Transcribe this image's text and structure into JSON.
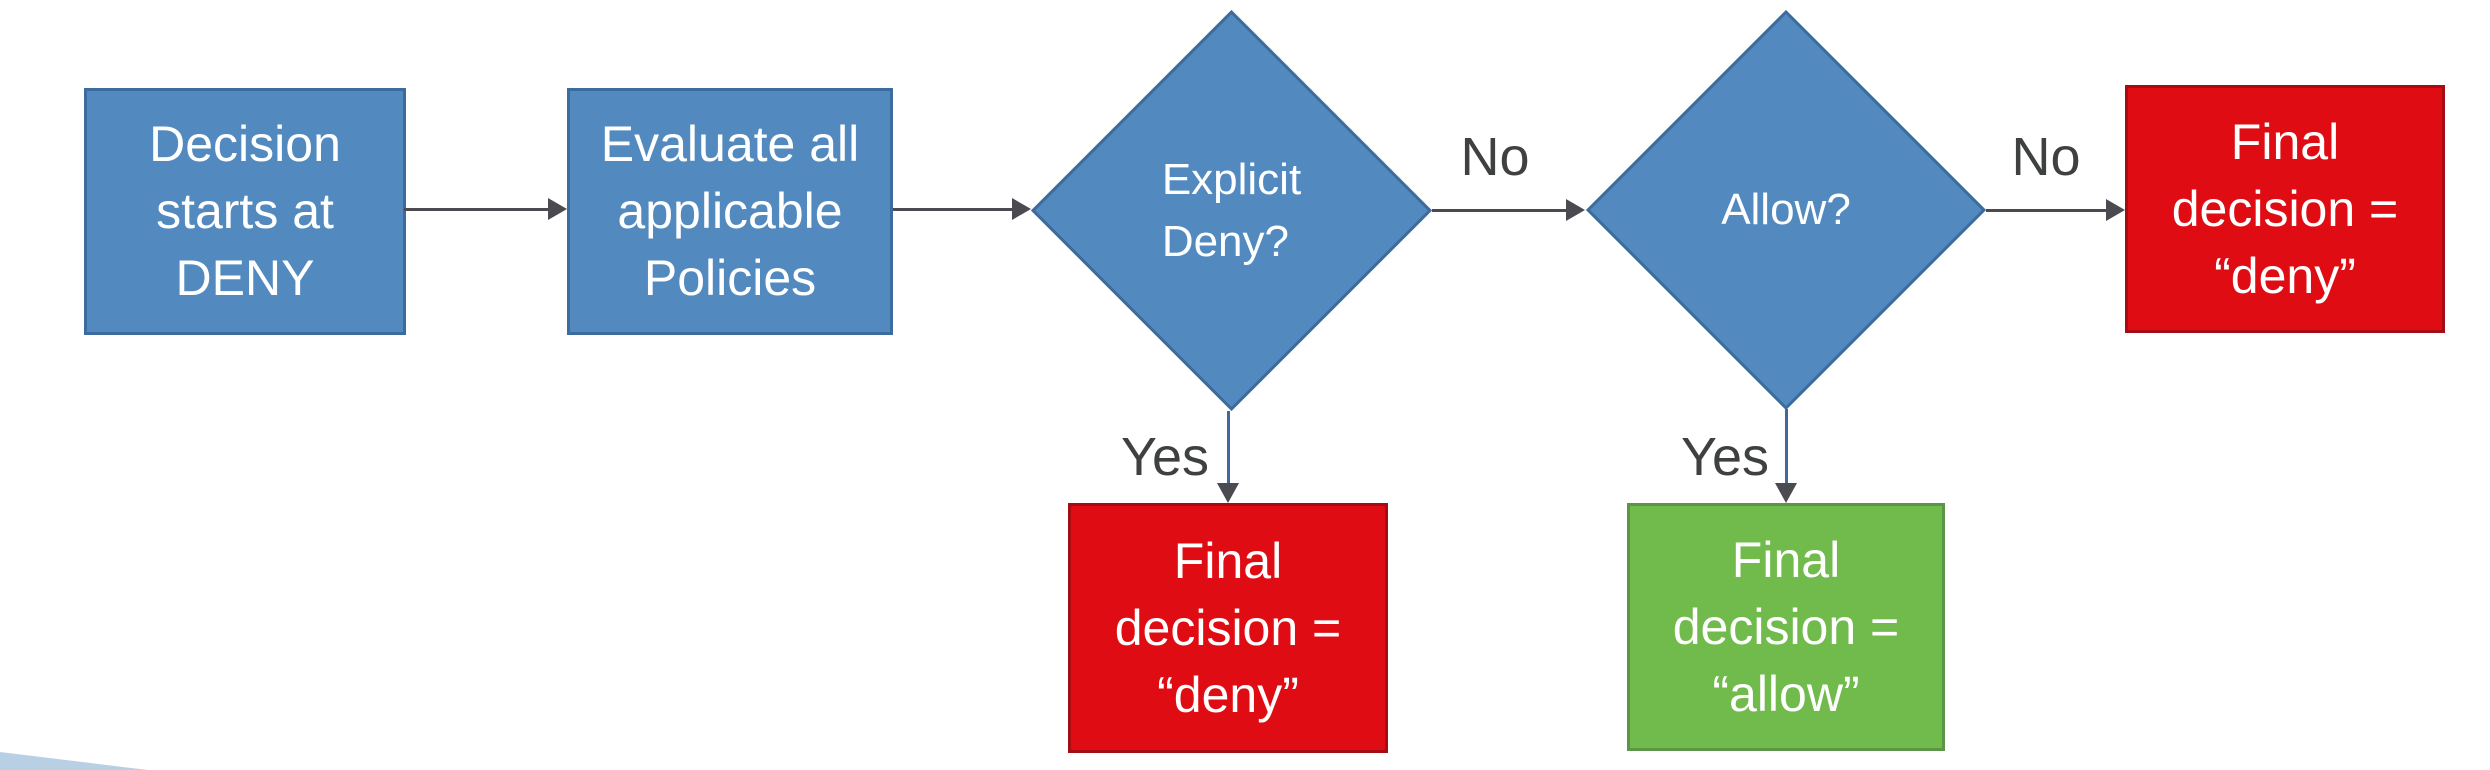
{
  "colors": {
    "process_fill": "#528ABF",
    "process_border": "#3C6B9D",
    "deny_fill": "#DF0D13",
    "deny_border": "#A50D12",
    "allow_fill": "#70BB4C",
    "allow_border": "#5A9646",
    "connector": "#4A4A50",
    "connector_vertical": "#44679B",
    "edge_label_text": "#3F4040",
    "node_text": "#FFFFFF",
    "swoosh": "#B9CFE4"
  },
  "flowchart": {
    "nodes": {
      "start": {
        "type": "process",
        "label": "Decision\nstarts at\nDENY"
      },
      "evaluate": {
        "type": "process",
        "label": "Evaluate all\napplicable\nPolicies"
      },
      "explicit_deny": {
        "type": "decision",
        "label": "Explicit\nDeny?"
      },
      "allow": {
        "type": "decision",
        "label": "Allow?"
      },
      "final_deny_right": {
        "type": "end-deny",
        "label": "Final\ndecision =\n“deny”"
      },
      "final_deny_bottom": {
        "type": "end-deny",
        "label": "Final\ndecision =\n“deny”"
      },
      "final_allow": {
        "type": "end-allow",
        "label": "Final\ndecision =\n“allow”"
      }
    },
    "edge_labels": {
      "explicit_deny_no": "No",
      "explicit_deny_yes": "Yes",
      "allow_no": "No",
      "allow_yes": "Yes"
    }
  }
}
